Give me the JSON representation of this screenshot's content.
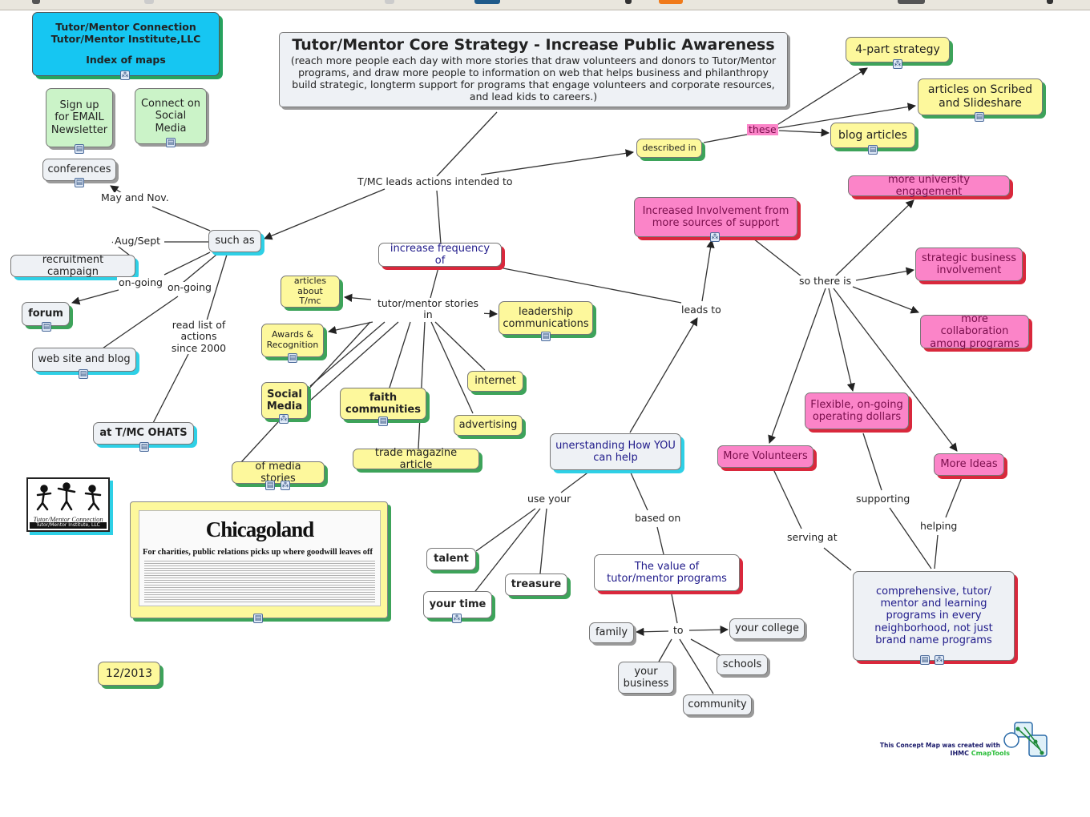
{
  "title_box": {
    "title": "Tutor/Mentor Core Strategy - Increase Public Awareness",
    "subtitle": "(reach more people each day with more stories that draw volunteers and donors to Tutor/Mentor programs, and draw more people to information on web that helps business and philanthropy build strategic, longterm support for programs that engage volunteers and corporate resources, and lead kids to careers.)"
  },
  "index_box": {
    "line1": "Tutor/Mentor Connection",
    "line2": "Tutor/Mentor Institute,LLC",
    "line3": "Index of maps"
  },
  "nodes": {
    "signup": "Sign up for EMAIL Newsletter",
    "connect_social": "Connect on Social Media",
    "conferences": "conferences",
    "recruitment": "recruitment campaign",
    "forum": "forum",
    "website_blog": "web site and blog",
    "ohats": "at T/MC OHATS",
    "such_as": "such as",
    "increase_freq": "increase frequency of",
    "articles_tmc": "articles about T/mc",
    "awards": "Awards & Recognition",
    "social_media": "Social Media",
    "faith": "faith communities",
    "of_media": "of media stories",
    "leadership": "leadership communications",
    "internet": "internet",
    "advertising": "advertising",
    "trade_mag": "trade magazine article",
    "four_part": "4-part strategy",
    "scribed": "articles on Scribed and Slideshare",
    "blog_articles": "blog articles",
    "described_in": "described in",
    "increased_involvement": "Increased Involvement from more sources of support",
    "univ": "more university engagement",
    "strategic_business": "strategic business involvement",
    "collaboration": "more collaboration among programs",
    "flexible": "Flexible, on-going operating dollars",
    "more_volunteers": "More Volunteers",
    "more_ideas": "More Ideas",
    "comprehensive": "comprehensive, tutor/ mentor and learning programs in every neighborhood, not just brand name programs",
    "understanding": "unerstanding How YOU can help",
    "talent": "talent",
    "treasure": "treasure",
    "your_time": "your time",
    "value": "The value of tutor/mentor programs",
    "family": "family",
    "your_college": "your college",
    "schools": "schools",
    "your_business": "your business",
    "community": "community",
    "date": "12/2013"
  },
  "link_labels": {
    "tmc_leads": "T/MC leads actions intended to",
    "these": "these",
    "may_nov": "May and Nov.",
    "aug_sept": "Aug/Sept",
    "ongoing1": "on-going",
    "ongoing2": "on-going",
    "read_list": "read list of actions since 2000",
    "tm_stories": "tutor/mentor stories in",
    "leads_to": "leads to",
    "so_there_is": "so there is",
    "use_your": "use your",
    "based_on": "based on",
    "to": "to",
    "supporting": "supporting",
    "helping": "helping",
    "serving_at": "serving at"
  },
  "newspaper": {
    "headline": "Chicagoland",
    "subhead": "For charities, public relations picks up where goodwill leaves off"
  },
  "logo": {
    "name": "Tutor/Mentor Connection",
    "footer": "Tutor/Mentor Institute, LLC"
  },
  "cmap_credit": {
    "line1": "This Concept Map was created with",
    "line2_prefix": "IHMC ",
    "line2_brand": "CmapTools"
  }
}
